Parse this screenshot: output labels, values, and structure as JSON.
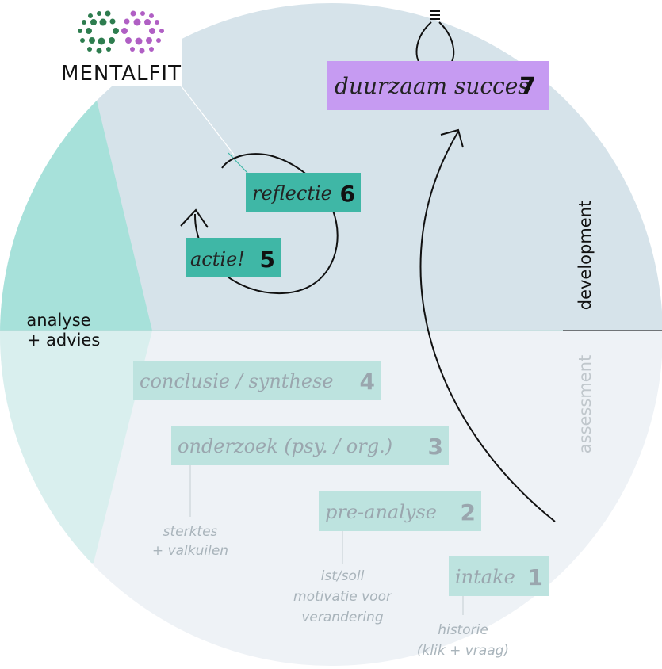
{
  "brand": {
    "name": "MENTALFIT"
  },
  "zones": {
    "development": "development",
    "assessment": "assessment",
    "analysis_line1": "analyse",
    "analysis_line2": "+ advies"
  },
  "steps": [
    {
      "label": "intake",
      "num": "1"
    },
    {
      "label": "pre-analyse",
      "num": "2"
    },
    {
      "label": "onderzoek (psy. / org.)",
      "num": "3"
    },
    {
      "label": "conclusie / synthese",
      "num": "4"
    },
    {
      "label": "actie!",
      "num": "5"
    },
    {
      "label": "reflectie",
      "num": "6"
    },
    {
      "label": "duurzaam succes",
      "num": "7"
    }
  ],
  "notes": {
    "strengths_l1": "sterktes",
    "strengths_l2": "+ valkuilen",
    "istsoll_l1": "ist/soll",
    "istsoll_l2": "motivatie voor",
    "istsoll_l3": "verandering",
    "history_l1": "historie",
    "history_l2": "(klik + vraag)"
  },
  "colors": {
    "dev_bg": "#d6e3ea",
    "assess_bg": "#eef2f6",
    "teal_light": "#a7e1da",
    "teal_pale": "#d9efee",
    "teal_box": "#3fb7a6",
    "teal_box_faded": "#bde3df",
    "purple_box": "#c69bf2",
    "dark_text": "#111111",
    "faded_text": "#9aa6ae"
  }
}
